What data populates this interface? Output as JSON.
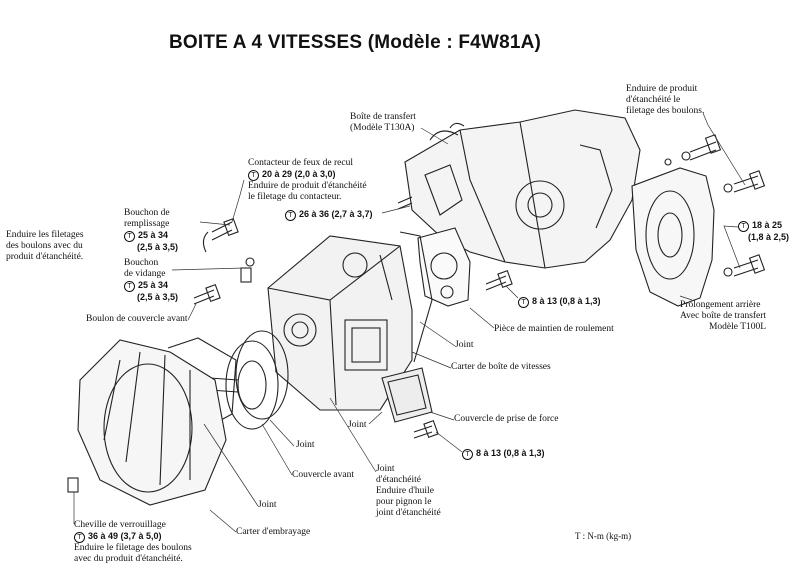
{
  "title": "BOITE A 4 VITESSES (Modèle : F4W81A)",
  "torque_symbol": "T",
  "unit_note": "T : N-m (kg-m)",
  "labels": {
    "sealant_top_1": "Enduire de produit",
    "sealant_top_2": "d'étanchéité le",
    "sealant_top_3": "filetage des boulons.",
    "transfer_1": "Boîte de transfert",
    "transfer_2": "(Modèle T130A)",
    "reverse_1": "Contacteur de feux de recul",
    "reverse_torque": "20 à 29 (2,0 à 3,0)",
    "reverse_3": "Enduire de produit d'étanchéité",
    "reverse_4": "le filetage du contacteur.",
    "torque_26_36": "26 à 36 (2,7 à 3,7)",
    "filler_plug_1": "Bouchon de",
    "filler_plug_2": "remplissage",
    "filler_torque_1": "25 à 34",
    "filler_torque_2": "(2,5 à 3,5)",
    "bolt_threads_1": "Enduire les filetages",
    "bolt_threads_2": "des boulons avec du",
    "bolt_threads_3": "produit d'étanchéité.",
    "drain_plug_1": "Bouchon",
    "drain_plug_2": "de vidange",
    "drain_torque_1": "25 à 34",
    "drain_torque_2": "(2,5 à 3,5)",
    "front_cover_bolt": "Boulon de couvercle avant",
    "torque_18_25_1": "18 à 25",
    "torque_18_25_2": "(1,8 à 2,5)",
    "torque_8_13_a": "8 à 13 (0,8 à 1,3)",
    "bearing_retainer": "Pièce de maintien de roulement",
    "rear_ext_1": "Prolongement arrière",
    "rear_ext_2": "Avec boîte de transfert",
    "rear_ext_3": "Modèle T100L",
    "joint_a": "Joint",
    "gearbox_case": "Carter de boîte de vitesses",
    "joint_b": "Joint",
    "pto_cover": "Couvercle de prise de force",
    "torque_8_13_b": "8 à 13 (0,8 à 1,3)",
    "joint_c": "Joint",
    "front_cover": "Couvercle avant",
    "oil_seal_1": "Joint",
    "oil_seal_2": "d'étanchéité",
    "oil_seal_3": "Enduire d'huile",
    "oil_seal_4": "pour pignon le",
    "oil_seal_5": "joint d'étanchéité",
    "joint_d": "Joint",
    "dowel_1": "Cheville de verrouillage",
    "dowel_torque": "36 à 49 (3,7 à 5,0)",
    "dowel_3": "Enduire le filetage des boulons",
    "dowel_4": "avec du produit d'étanchéité.",
    "clutch_housing": "Carter d'embrayage"
  }
}
